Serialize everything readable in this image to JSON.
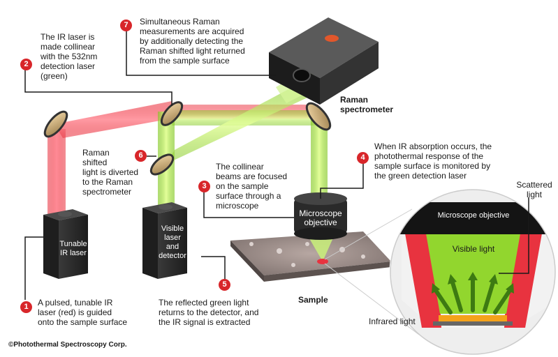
{
  "steps": [
    {
      "number": "1",
      "text": "A pulsed, tunable IR\nlaser (red) is guided\nonto the sample surface"
    },
    {
      "number": "2",
      "text": "The IR laser is\nmade collinear\nwith the 532nm\ndetection laser\n(green)"
    },
    {
      "number": "3",
      "text": "The collinear\nbeams are focused\non the sample\nsurface through a\nmicroscope"
    },
    {
      "number": "4",
      "text": "When IR absorption occurs, the\nphotothermal response of the\nsample surface is monitored by\nthe green detection laser"
    },
    {
      "number": "5",
      "text": "The reflected green light\nreturns to the detector, and\nthe IR signal is extracted"
    },
    {
      "number": "6",
      "text": "Raman\nshifted\nlight is diverted\nto the Raman\nspectrometer"
    },
    {
      "number": "7",
      "text": "Simultaneous Raman\nmeasurements are acquired\nby additionally detecting the\nRaman shifted light returned\nfrom the sample surface"
    }
  ],
  "components": {
    "tunable_laser": "Tunable\nIR laser",
    "visible_laser": "Visible\nlaser\nand\ndetector",
    "microscope": "Microscope\nobjective",
    "raman": "Raman\nspectrometer",
    "sample": "Sample"
  },
  "inset": {
    "objective": "Microscope objective",
    "visible": "Visible light",
    "infrared": "Infrared light",
    "scattered": "Scattered\nlight"
  },
  "copyright": "©Photothermal Spectroscopy Corp.",
  "colors": {
    "badge": "#d8262a",
    "ir": "#e8333f",
    "green": "#8cd320",
    "device": "#2b2b2b"
  }
}
